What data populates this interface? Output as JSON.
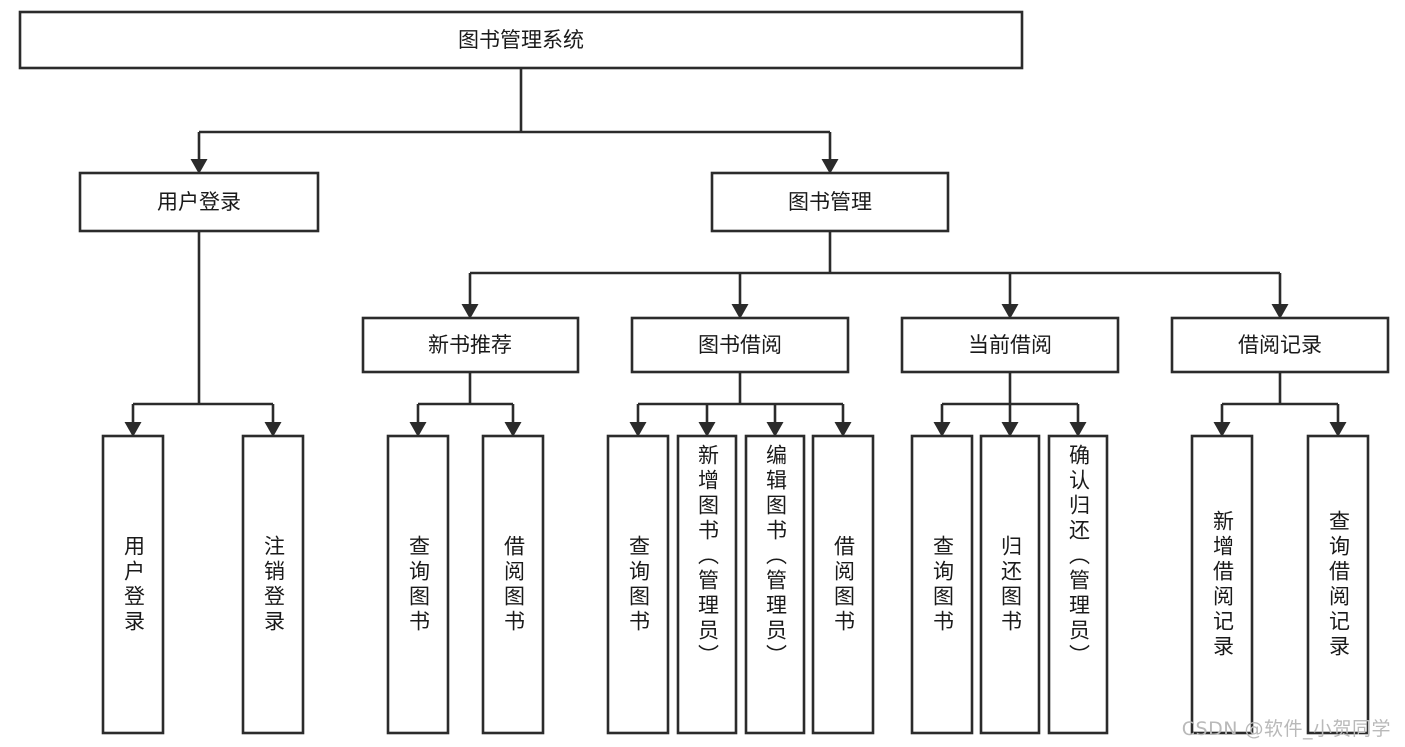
{
  "diagram": {
    "title": "图书管理系统",
    "type": "tree-hierarchy",
    "colors": {
      "box_stroke": "#2b2b2b",
      "box_fill": "#ffffff",
      "text": "#1a1a1a",
      "background": "#ffffff",
      "watermark": "#b9b9b9"
    },
    "root": {
      "label": "图书管理系统"
    },
    "level2": [
      {
        "label": "用户登录"
      },
      {
        "label": "图书管理"
      }
    ],
    "level3": [
      {
        "label": "新书推荐"
      },
      {
        "label": "图书借阅"
      },
      {
        "label": "当前借阅"
      },
      {
        "label": "借阅记录"
      }
    ],
    "leaves": {
      "user_login": [
        {
          "label": "用户登录"
        },
        {
          "label": "注销登录"
        }
      ],
      "new_book_recommend": [
        {
          "label": "查询图书"
        },
        {
          "label": "借阅图书"
        }
      ],
      "book_borrow": [
        {
          "label": "查询图书"
        },
        {
          "label": "新增图书（管理员）"
        },
        {
          "label": "编辑图书（管理员）"
        },
        {
          "label": "借阅图书"
        }
      ],
      "current_borrow": [
        {
          "label": "查询图书"
        },
        {
          "label": "归还图书"
        },
        {
          "label": "确认归还（管理员）"
        }
      ],
      "borrow_record": [
        {
          "label": "新增借阅记录"
        },
        {
          "label": "查询借阅记录"
        }
      ]
    }
  },
  "watermark": {
    "text": "CSDN @软件_小贺同学"
  }
}
